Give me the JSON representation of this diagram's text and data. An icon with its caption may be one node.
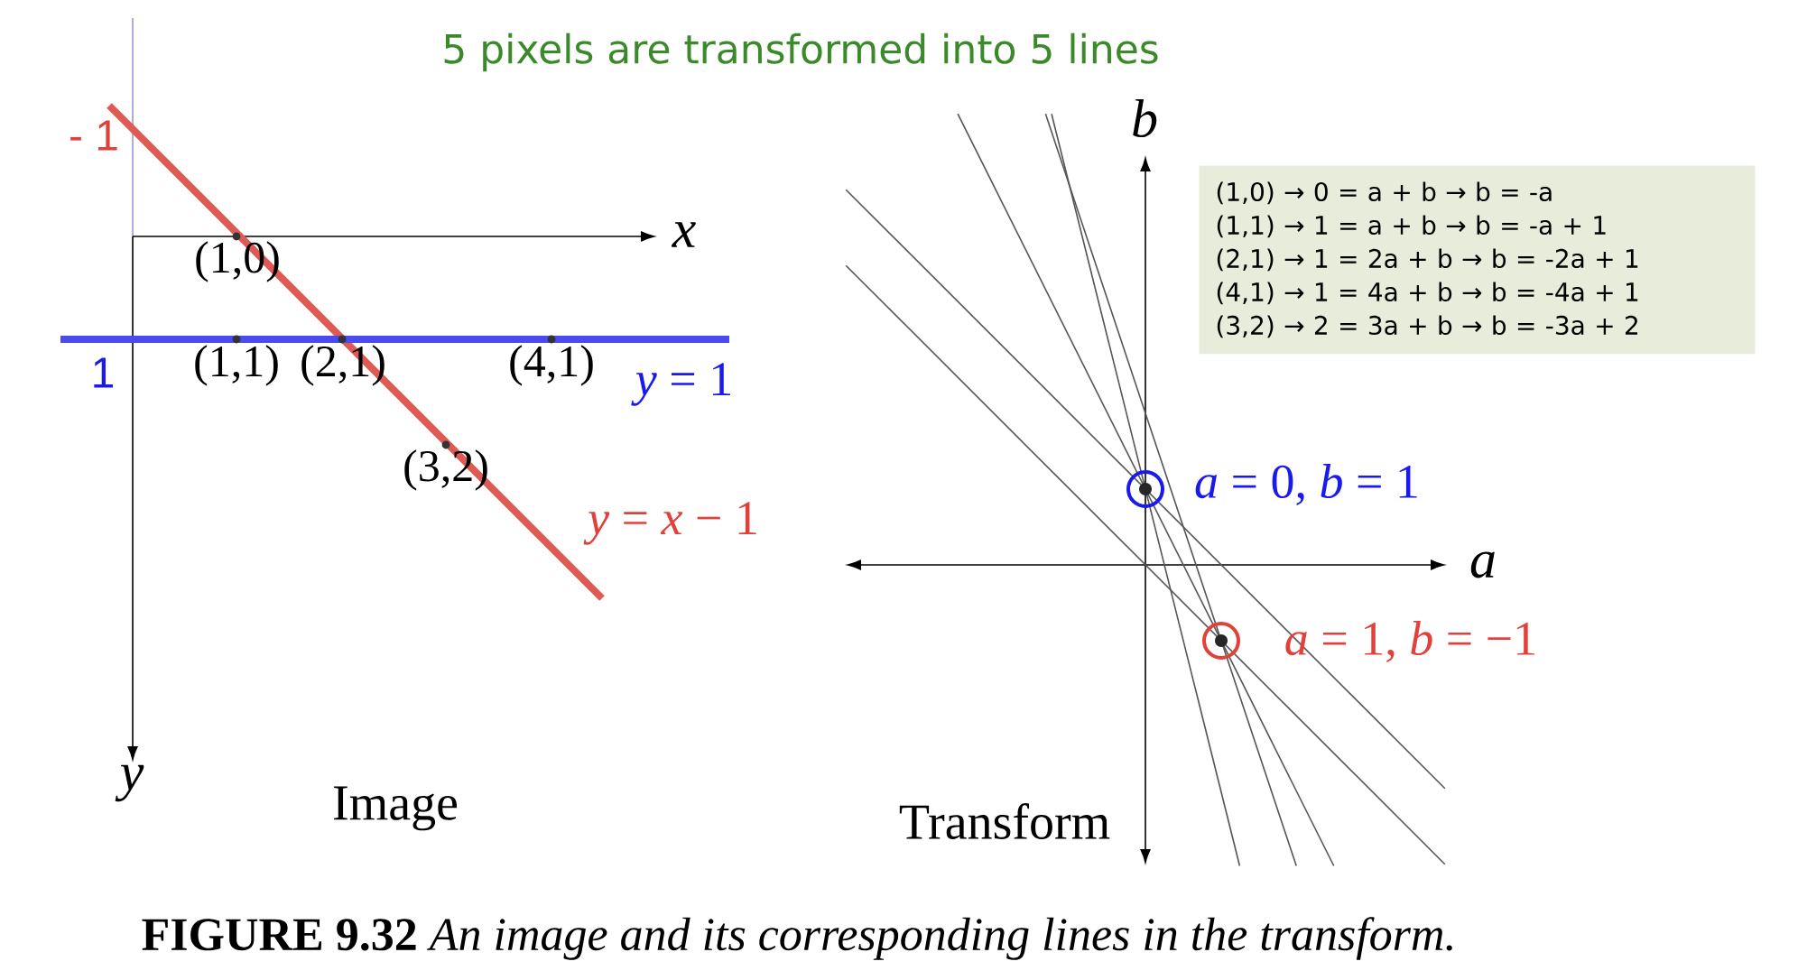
{
  "diagram": {
    "title": "5 pixels are transformed into 5 lines",
    "caption": "**FIGURE 9.32** *An image and its corresponding lines in the transform.*",
    "nodes": [
      {
        "text": [
          "(1,0) → 0 = a + b → b = -a",
          "(1,1) → 1 = a + b → b = -a + 1",
          "(2,1) → 1 = 2a + b → b = -2a + 1",
          "(4,1) → 1 = 4a + b → b = -4a + 1",
          "(3,2) → 2 = 3a + b → b = -3a + 2"
        ]
      }
    ],
    "labels": [
      "- 1",
      "x",
      "(1,0)",
      "1",
      "(1,1)",
      "(2,1)",
      "(4,1)",
      "*y* = 1",
      "(3,2)",
      "*y* = *x* − 1",
      "y",
      "Image",
      "b",
      "*a* = 0, *b* = 1",
      "a",
      "*a* = 1, *b* = −1",
      "Transform"
    ]
  }
}
